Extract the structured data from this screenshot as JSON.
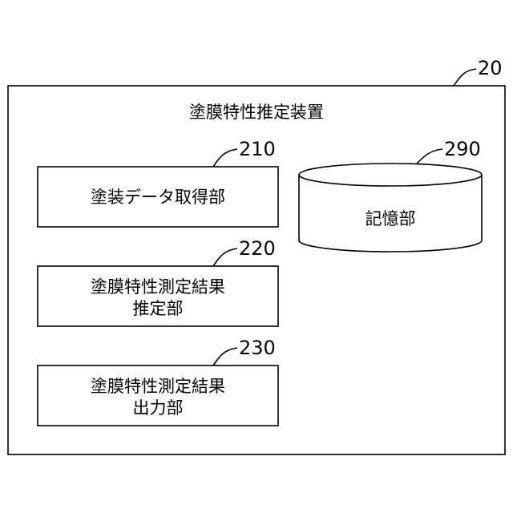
{
  "device": {
    "ref": "20",
    "title": "塗膜特性推定装置"
  },
  "units": [
    {
      "ref": "210",
      "lines": [
        "塗装データ取得部"
      ]
    },
    {
      "ref": "220",
      "lines": [
        "塗膜特性測定結果",
        "推定部"
      ]
    },
    {
      "ref": "230",
      "lines": [
        "塗膜特性測定結果",
        "出力部"
      ]
    }
  ],
  "storage": {
    "ref": "290",
    "label": "記憶部"
  }
}
